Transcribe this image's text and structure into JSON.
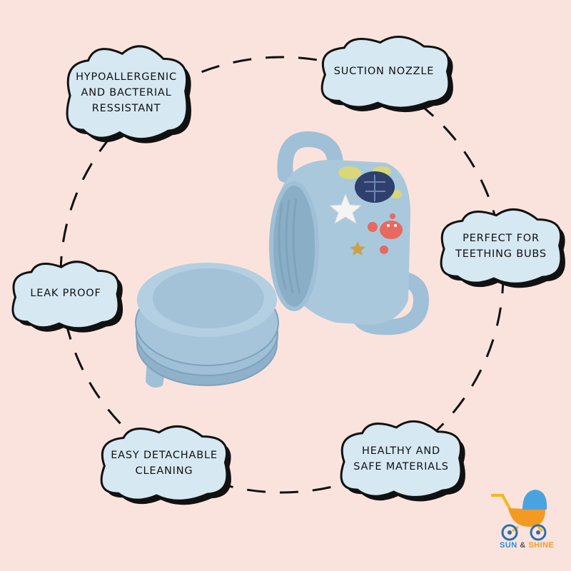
{
  "colors": {
    "background": "#fbe3dd",
    "cloud_fill": "#d6e8f2",
    "cloud_stroke": "#111111",
    "cup": "#9fc0d6",
    "cup_dark": "#8aaec6",
    "dash": "#111111"
  },
  "features": [
    {
      "id": "hypoallergenic",
      "lines": [
        "HYPOALLERGENIC",
        "AND BACTERIAL",
        "RESSISTANT"
      ]
    },
    {
      "id": "suction-nozzle",
      "lines": [
        "SUCTION NOZZLE"
      ]
    },
    {
      "id": "teething",
      "lines": [
        "PERFECT FOR",
        "TEETHING BUBS"
      ]
    },
    {
      "id": "healthy",
      "lines": [
        "HEALTHY AND",
        "SAFE MATERIALS"
      ]
    },
    {
      "id": "detachable",
      "lines": [
        "EASY DETACHABLE",
        "CLEANING"
      ]
    },
    {
      "id": "leak-proof",
      "lines": [
        "LEAK PROOF"
      ]
    }
  ],
  "brand": {
    "name_left": "SUN",
    "name_right": "SHINE",
    "left_color": "#2a8fd4",
    "right_color": "#f29a22",
    "icon": "stroller-icon"
  },
  "product": {
    "icon": "sippy-cup-icon",
    "decorations": [
      "turtle-icon",
      "starfish-icon",
      "crab-icon"
    ]
  }
}
